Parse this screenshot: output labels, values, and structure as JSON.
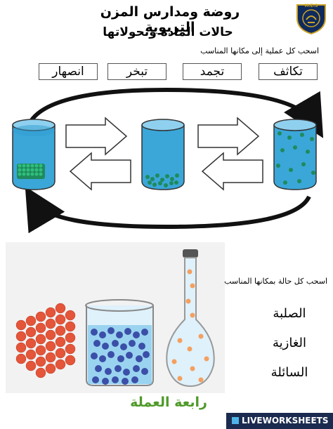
{
  "header": {
    "school_name": "روضة ومدارس المزن التربوية",
    "worksheet_title": "حالات المادة وتحولاتها",
    "logo_text": "M.E.S"
  },
  "section_processes": {
    "instruction": "اسحب كل عملية إلى مكانها المناسب",
    "words": [
      "تكاثف",
      "تجمد",
      "تبخر",
      "انصهار"
    ]
  },
  "section_states": {
    "instruction": "اسحب كل حالة بمكانها المناسب",
    "states": [
      "الصلبة",
      "الغازية",
      "السائلة"
    ]
  },
  "link_text": "رابعة العملة",
  "footer": {
    "brand": "LIVEWORKSHEETS"
  },
  "colors": {
    "link_green": "#4f9a2a",
    "footer_bg": "#1b2b4f",
    "water": "#2f9bd0",
    "particle_green": "#1f8a5c",
    "solid_red": "#e4553a"
  }
}
